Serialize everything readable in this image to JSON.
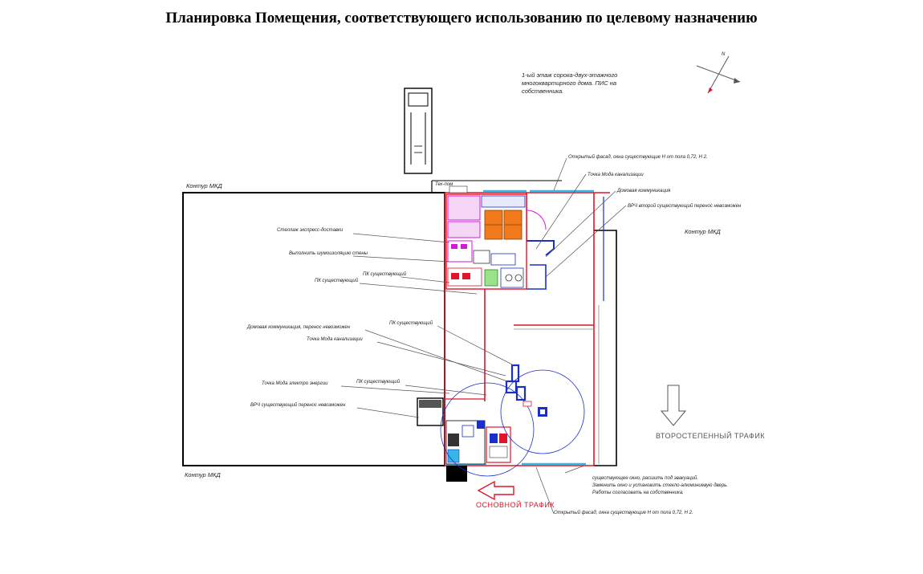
{
  "title": "Планировка Помещения, соответствующего использованию по целевому назначению",
  "note": {
    "line1": "1-ый этаж сорока-двух-этажного",
    "line2": "многоквартирного дома. ПИС на",
    "line3": "собственника."
  },
  "contour_labels": {
    "top_left": "Контур МКД",
    "right": "Контур МКД",
    "bottom_left": "Контур МКД"
  },
  "callouts_left": [
    "Стеллаж экспресс-доставки",
    "Выполнить шумоизоляцию стены",
    "ПК существующий",
    "ПК существующий",
    "Домовая коммуникация, перенос невозможен",
    "Точка Мода канализации",
    "ПК существующий",
    "Точка Мода электро энергии",
    "ПК существующий",
    "ВРЧ существующий перенос невозможен"
  ],
  "callouts_right": [
    "Открытый фасад, окна существующие Н от пола 0,72, Н 2.",
    "Точка Мода канализации",
    "Домовая коммуникация",
    "ВРЧ второй существующий перенос невозможен"
  ],
  "bottom_note": {
    "line1": "существующее окно, расшить под эвакуаций.",
    "line2": "Заменить окно и установить стекло-алюминиевую дверь.",
    "line3": "Работы согласовать на собственника."
  },
  "bottom_facade": "Открытый фасад, окна существующие Н от пола 0,72, Н 2.",
  "traffic": {
    "secondary": "ВТОРОСТЕПЕННЫЙ ТРАФИК",
    "primary": "ОСНОВНОЙ ТРАФИК"
  },
  "compass_letter": "N",
  "colors": {
    "wall": "#000000",
    "red_wall": "#e0152a",
    "blue_wall": "#1a2ec9",
    "cyan_window": "#35b8e8",
    "orange_equipment": "#f07a1c",
    "magenta_zone": "#d41ad8",
    "primary_traffic": "#e0152a",
    "secondary_traffic": "#555555"
  }
}
